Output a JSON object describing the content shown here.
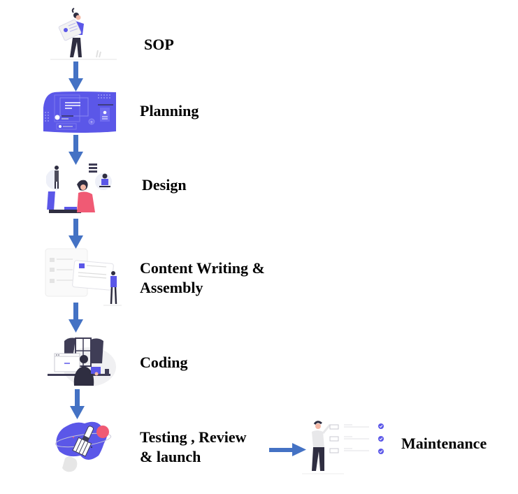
{
  "diagram": {
    "type": "process-flow",
    "arrow_color": "#4472C4",
    "accent_purple": "#5B57E8",
    "accent_pink": "#F05A74",
    "steps": [
      {
        "id": "sop",
        "label": "SOP",
        "illustration": "person-holding-document-icon"
      },
      {
        "id": "planning",
        "label": "Planning",
        "illustration": "planning-dashboard-icon"
      },
      {
        "id": "design",
        "label": "Design",
        "illustration": "designer-at-computer-icon"
      },
      {
        "id": "content",
        "label_line1": "Content Writing &",
        "label_line2": "Assembly",
        "illustration": "content-cards-person-icon"
      },
      {
        "id": "coding",
        "label": "Coding",
        "illustration": "developer-at-desk-icon"
      },
      {
        "id": "testing",
        "label_line1": "Testing , Review",
        "label_line2": "& launch",
        "illustration": "rocket-launch-icon"
      },
      {
        "id": "maintenance",
        "label": "Maintenance",
        "illustration": "person-checklist-icon"
      }
    ],
    "connections": [
      {
        "from": "SOP",
        "to": "Planning",
        "direction": "down"
      },
      {
        "from": "Planning",
        "to": "Design",
        "direction": "down"
      },
      {
        "from": "Design",
        "to": "Content Writing & Assembly",
        "direction": "down"
      },
      {
        "from": "Content Writing & Assembly",
        "to": "Coding",
        "direction": "down"
      },
      {
        "from": "Coding",
        "to": "Testing , Review & launch",
        "direction": "down"
      },
      {
        "from": "Testing , Review & launch",
        "to": "Maintenance",
        "direction": "right"
      }
    ]
  }
}
